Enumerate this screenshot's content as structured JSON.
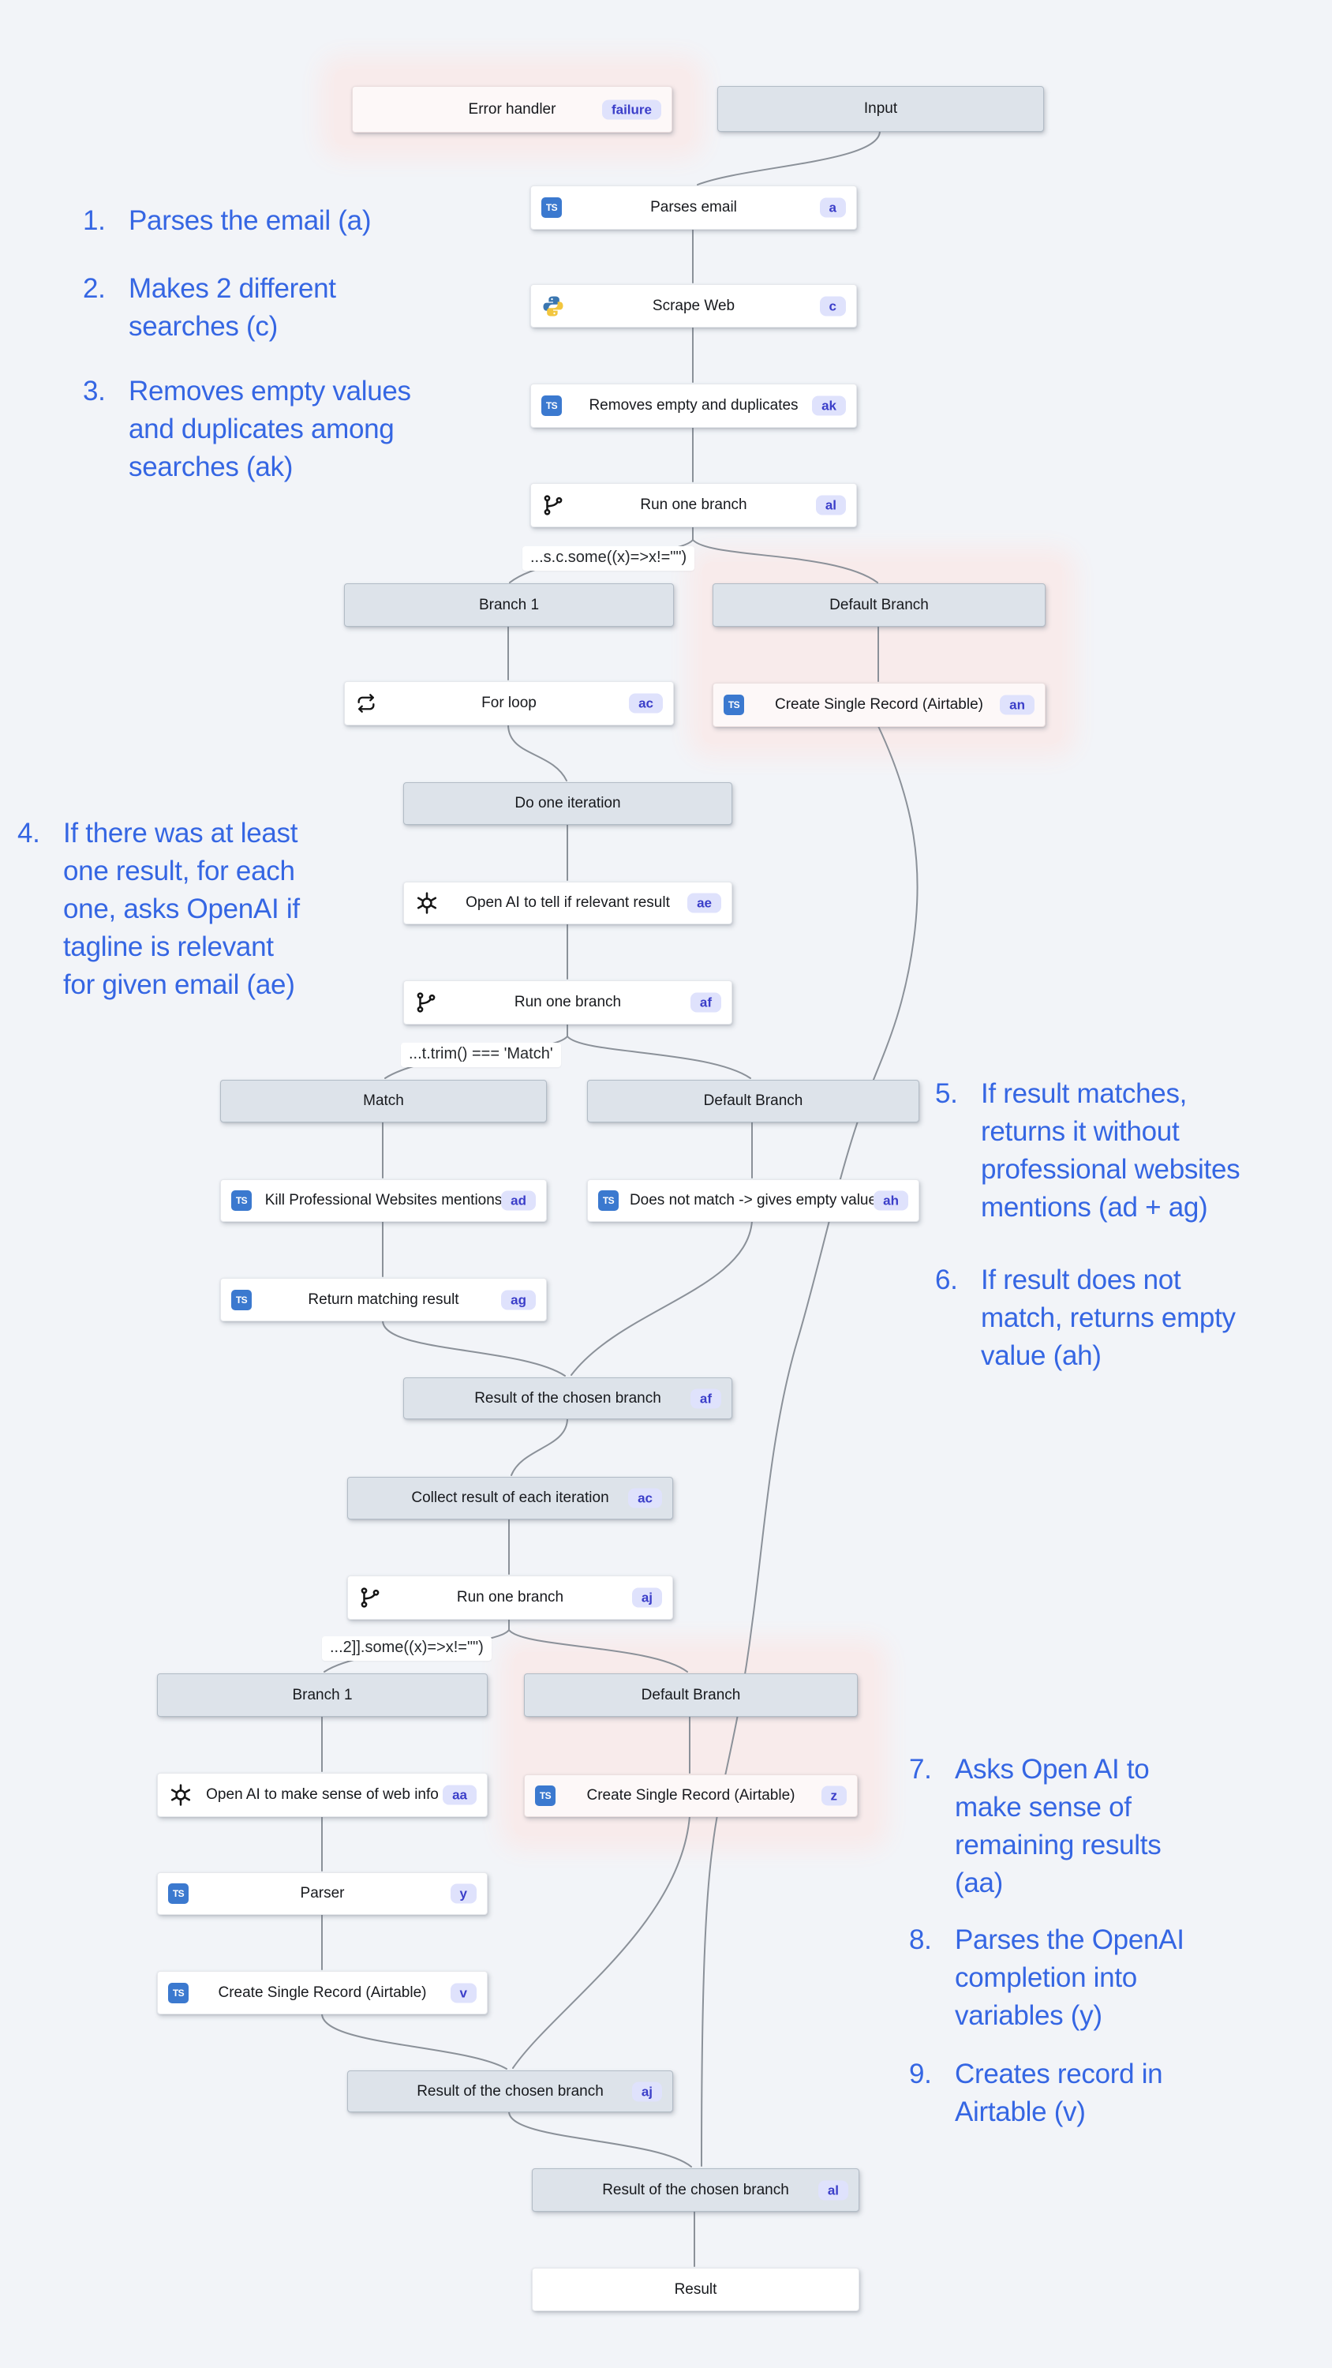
{
  "canvas": {
    "background": "#f2f4f8"
  },
  "colors": {
    "annotation_blue": "#3566e3",
    "badge_bg": "#dfe2fc",
    "badge_text": "#3b3ec9",
    "node_gray": "#dde3ea",
    "pink_glow": "#f8ebeb",
    "typescript_blue": "#3b79cf",
    "edge_gray": "#8b9199"
  },
  "icons": {
    "ts_label": "TS",
    "typescript": "typescript-icon",
    "python": "python-icon",
    "openai": "openai-icon",
    "branch": "git-branch-icon",
    "loop": "repeat-icon"
  },
  "nodes": {
    "error_handler": {
      "label": "Error handler",
      "badge": "failure"
    },
    "input": {
      "label": "Input"
    },
    "parses_email": {
      "label": "Parses email",
      "badge": "a"
    },
    "scrape_web": {
      "label": "Scrape Web",
      "badge": "c"
    },
    "removes_empty": {
      "label": "Removes empty and duplicates",
      "badge": "ak"
    },
    "run_one_branch_al": {
      "label": "Run one branch",
      "badge": "al"
    },
    "branch1_top": {
      "label": "Branch 1"
    },
    "default_branch_top": {
      "label": "Default Branch"
    },
    "for_loop": {
      "label": "For loop",
      "badge": "ac"
    },
    "create_record_an": {
      "label": "Create Single Record (Airtable)",
      "badge": "an"
    },
    "do_one_iteration": {
      "label": "Do one iteration"
    },
    "openai_relevant": {
      "label": "Open AI to tell if relevant result",
      "badge": "ae"
    },
    "run_one_branch_af": {
      "label": "Run one branch",
      "badge": "af"
    },
    "match_branch": {
      "label": "Match"
    },
    "default_branch_mid": {
      "label": "Default Branch"
    },
    "kill_mentions": {
      "label": "Kill Professional Websites mentions",
      "badge": "ad"
    },
    "does_not_match": {
      "label": "Does not match -> gives empty value",
      "badge": "ah"
    },
    "return_matching": {
      "label": "Return matching result",
      "badge": "ag"
    },
    "result_af": {
      "label": "Result of the chosen branch",
      "badge": "af"
    },
    "collect_results": {
      "label": "Collect result of each iteration",
      "badge": "ac"
    },
    "run_one_branch_aj": {
      "label": "Run one branch",
      "badge": "aj"
    },
    "branch1_bottom": {
      "label": "Branch 1"
    },
    "default_branch_bottom": {
      "label": "Default Branch"
    },
    "openai_websense": {
      "label": "Open AI to make sense of web info",
      "badge": "aa"
    },
    "create_record_z": {
      "label": "Create Single Record (Airtable)",
      "badge": "z"
    },
    "parser": {
      "label": "Parser",
      "badge": "y"
    },
    "create_record_v": {
      "label": "Create Single Record (Airtable)",
      "badge": "v"
    },
    "result_aj": {
      "label": "Result of the chosen branch",
      "badge": "aj"
    },
    "result_al": {
      "label": "Result of the chosen branch",
      "badge": "al"
    },
    "result": {
      "label": "Result"
    }
  },
  "conditions": {
    "branch_al": "...s.c.some((x)=>x!=\"\")",
    "branch_af": "...t.trim() === 'Match'",
    "branch_aj": "...2]].some((x)=>x!=\"\")"
  },
  "annotations": [
    {
      "num": "1.",
      "text": "Parses the email (a)"
    },
    {
      "num": "2.",
      "text": "Makes 2 different\nsearches (c)"
    },
    {
      "num": "3.",
      "text": "Removes empty values\nand duplicates among\nsearches (ak)"
    },
    {
      "num": "4.",
      "text": "If there was at least\none result, for each\none, asks OpenAI if\ntagline is relevant\nfor given email (ae)"
    },
    {
      "num": "5.",
      "text": "If result matches,\nreturns it without\nprofessional websites\nmentions (ad + ag)"
    },
    {
      "num": "6.",
      "text": "If result does not\nmatch, returns empty\nvalue (ah)"
    },
    {
      "num": "7.",
      "text": "Asks Open AI to\nmake sense of\nremaining results\n(aa)"
    },
    {
      "num": "8.",
      "text": "Parses the OpenAI\ncompletion into\nvariables (y)"
    },
    {
      "num": "9.",
      "text": "Creates record in\nAirtable (v)"
    }
  ]
}
